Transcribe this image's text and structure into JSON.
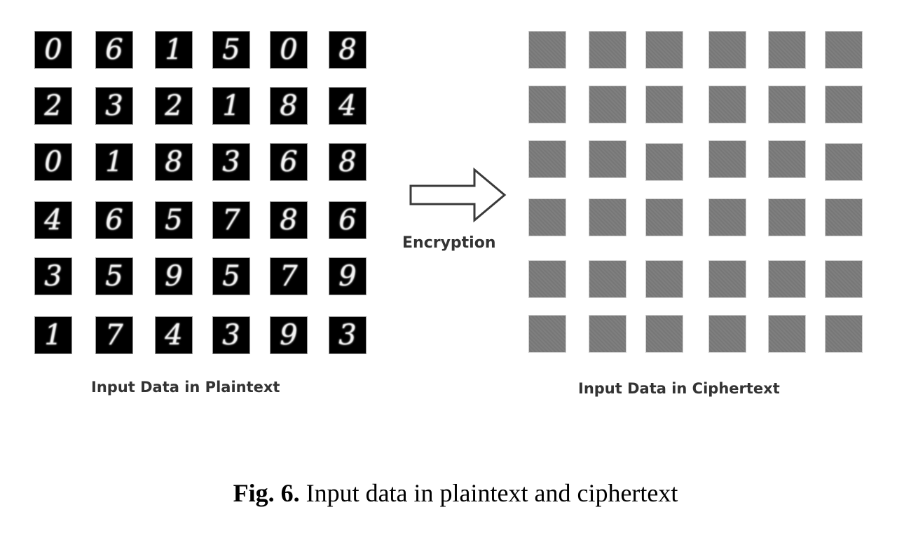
{
  "plaintext_panel": {
    "caption": "Input Data in Plaintext",
    "digits": [
      [
        "0",
        "6",
        "1",
        "5",
        "0",
        "8"
      ],
      [
        "2",
        "3",
        "2",
        "1",
        "8",
        "4"
      ],
      [
        "0",
        "1",
        "8",
        "3",
        "6",
        "8"
      ],
      [
        "4",
        "6",
        "5",
        "7",
        "8",
        "6"
      ],
      [
        "3",
        "5",
        "9",
        "5",
        "7",
        "9"
      ],
      [
        "1",
        "7",
        "4",
        "3",
        "9",
        "3"
      ]
    ],
    "tile_color": "#000000",
    "digit_color": "#ffffff"
  },
  "arrow": {
    "icon": "right-arrow-icon",
    "label": "Encryption"
  },
  "ciphertext_panel": {
    "caption": "Input Data in Ciphertext",
    "rows": 6,
    "cols": 6,
    "tile_color": "#7b7b7b"
  },
  "figure_caption": {
    "label": "Fig. 6.",
    "text": " Input data in plaintext and ciphertext"
  }
}
